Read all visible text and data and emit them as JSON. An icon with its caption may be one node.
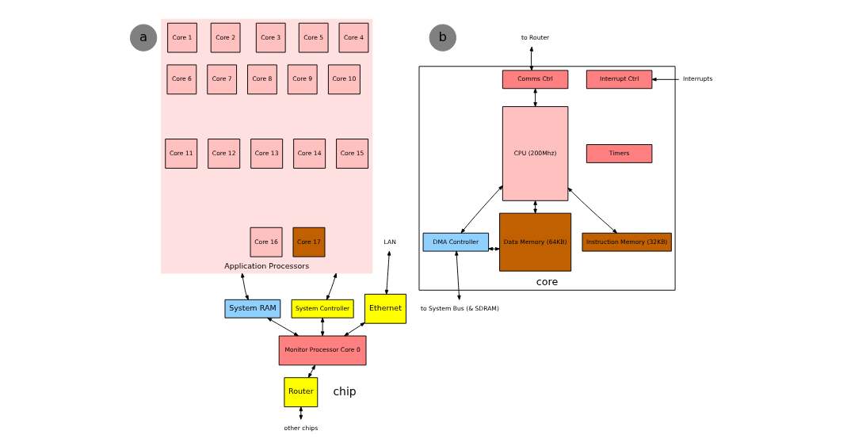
{
  "diagram": {
    "nodes": [
      {
        "text": [
          "a"
        ]
      },
      {
        "text": [
          "Application Processors"
        ]
      },
      {
        "text": [
          "Core 1"
        ],
        "in": 1
      },
      {
        "text": [
          "Core 2"
        ],
        "in": 1
      },
      {
        "text": [
          "Core 3"
        ],
        "in": 1
      },
      {
        "text": [
          "Core 4"
        ],
        "in": 1
      },
      {
        "text": [
          "Core 5"
        ],
        "in": 1
      },
      {
        "text": [
          "Core 6"
        ],
        "in": 1
      },
      {
        "text": [
          "Core 7"
        ],
        "in": 1
      },
      {
        "text": [
          "Core 8"
        ],
        "in": 1
      },
      {
        "text": [
          "Core 9"
        ],
        "in": 1
      },
      {
        "text": [
          "Core 10"
        ],
        "in": 1
      },
      {
        "text": [
          "Core 11"
        ],
        "in": 1
      },
      {
        "text": [
          "Core 12"
        ],
        "in": 1
      },
      {
        "text": [
          "Core 13"
        ],
        "in": 1
      },
      {
        "text": [
          "Core 14"
        ],
        "in": 1
      },
      {
        "text": [
          "Core 15"
        ],
        "in": 1
      },
      {
        "text": [
          "Core 16"
        ],
        "in": 1
      },
      {
        "text": [
          "Core 17"
        ],
        "in": 1
      },
      {
        "text": [
          "System RAM"
        ]
      },
      {
        "text": [
          "System Controller"
        ]
      },
      {
        "text": [
          "Ethernet"
        ]
      },
      {
        "text": [
          "Monitor Processor Core 0"
        ]
      },
      {
        "text": [
          "Router"
        ]
      },
      {
        "text": [
          "LAN"
        ]
      },
      {
        "text": [
          "other chips"
        ]
      },
      {
        "text": [
          "b"
        ]
      },
      {
        "text": [
          "core"
        ]
      },
      {
        "text": [
          "Comms Ctrl"
        ],
        "in": 27
      },
      {
        "text": [
          "Interrupt Ctrl"
        ],
        "in": 27
      },
      {
        "text": [
          "CPU (200Mhz)"
        ],
        "in": 27
      },
      {
        "text": [
          "Timers"
        ],
        "in": 27
      },
      {
        "text": [
          "Instruction Memory (32KB)"
        ],
        "in": 27
      },
      {
        "text": [
          "Data Memory (64KB)"
        ],
        "in": 27
      },
      {
        "text": [
          "DMA Controller"
        ],
        "in": 27
      },
      {
        "text": [
          "to Router"
        ]
      },
      {
        "text": [
          "Interrupts"
        ]
      },
      {
        "text": [
          "to System Bus (& SDRAM)"
        ]
      }
    ],
    "edges": [
      {
        "from": 1,
        "to": 19,
        "arrow": "both"
      },
      {
        "from": 1,
        "to": 20,
        "arrow": "both"
      },
      {
        "from": 19,
        "to": 22,
        "arrow": "both"
      },
      {
        "from": 20,
        "to": 22,
        "arrow": "both"
      },
      {
        "from": 24,
        "to": 21,
        "arrow": "both"
      },
      {
        "from": 21,
        "to": 22,
        "arrow": "both"
      },
      {
        "from": 22,
        "to": 23,
        "arrow": "both"
      },
      {
        "from": 23,
        "to": 25,
        "arrow": "both"
      },
      {
        "from": 35,
        "to": 28,
        "arrow": "both"
      },
      {
        "from": 28,
        "to": 30,
        "arrow": "both"
      },
      {
        "from": 36,
        "to": 29,
        "arrow": "to"
      },
      {
        "from": 30,
        "to": 32,
        "arrow": "both"
      },
      {
        "from": 30,
        "to": 33,
        "arrow": "both"
      },
      {
        "from": 30,
        "to": 34,
        "arrow": "both"
      },
      {
        "from": 34,
        "to": 33,
        "arrow": "both"
      },
      {
        "from": 34,
        "to": 37,
        "arrow": "both"
      }
    ],
    "labels": [
      "chip"
    ]
  }
}
